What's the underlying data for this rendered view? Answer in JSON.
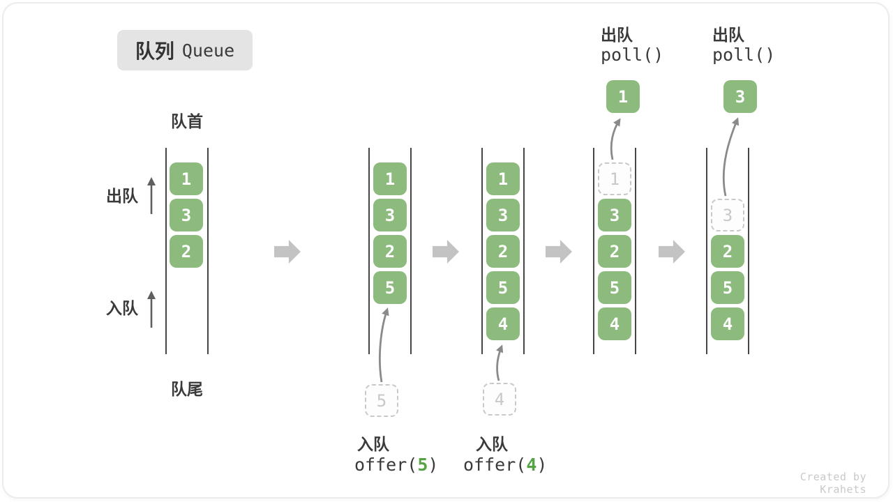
{
  "title": {
    "zh": "队列",
    "en": "Queue"
  },
  "labels": {
    "front": "队首",
    "rear": "队尾",
    "dequeue": "出队",
    "enqueue": "入队"
  },
  "states": [
    {
      "boxes": [
        "1",
        "3",
        "2"
      ]
    },
    {
      "boxes": [
        "1",
        "3",
        "2",
        "5"
      ],
      "incoming": "5"
    },
    {
      "boxes": [
        "1",
        "3",
        "2",
        "5",
        "4"
      ],
      "incoming": "4"
    },
    {
      "boxes": [
        "3",
        "2",
        "5",
        "4"
      ],
      "removed": "1",
      "popped": "1"
    },
    {
      "boxes": [
        "2",
        "5",
        "4"
      ],
      "removed": "3",
      "popped": "3"
    }
  ],
  "ops": {
    "enq5": {
      "label": "入队",
      "code_open": "offer(",
      "arg": "5",
      "code_close": ")"
    },
    "enq4": {
      "label": "入队",
      "code_open": "offer(",
      "arg": "4",
      "code_close": ")"
    },
    "deq1": {
      "label": "出队",
      "code": "poll()"
    },
    "deq3": {
      "label": "出队",
      "code": "poll()"
    }
  },
  "watermark": "Created by Krahets",
  "colors": {
    "box_green": "#8cbb7d",
    "arg_green": "#55a345",
    "block_arrow": "#c3c3c3",
    "badge_bg": "#e4e4e4",
    "dashed": "#c9c9c9",
    "watermark": "#c9c9c9"
  }
}
